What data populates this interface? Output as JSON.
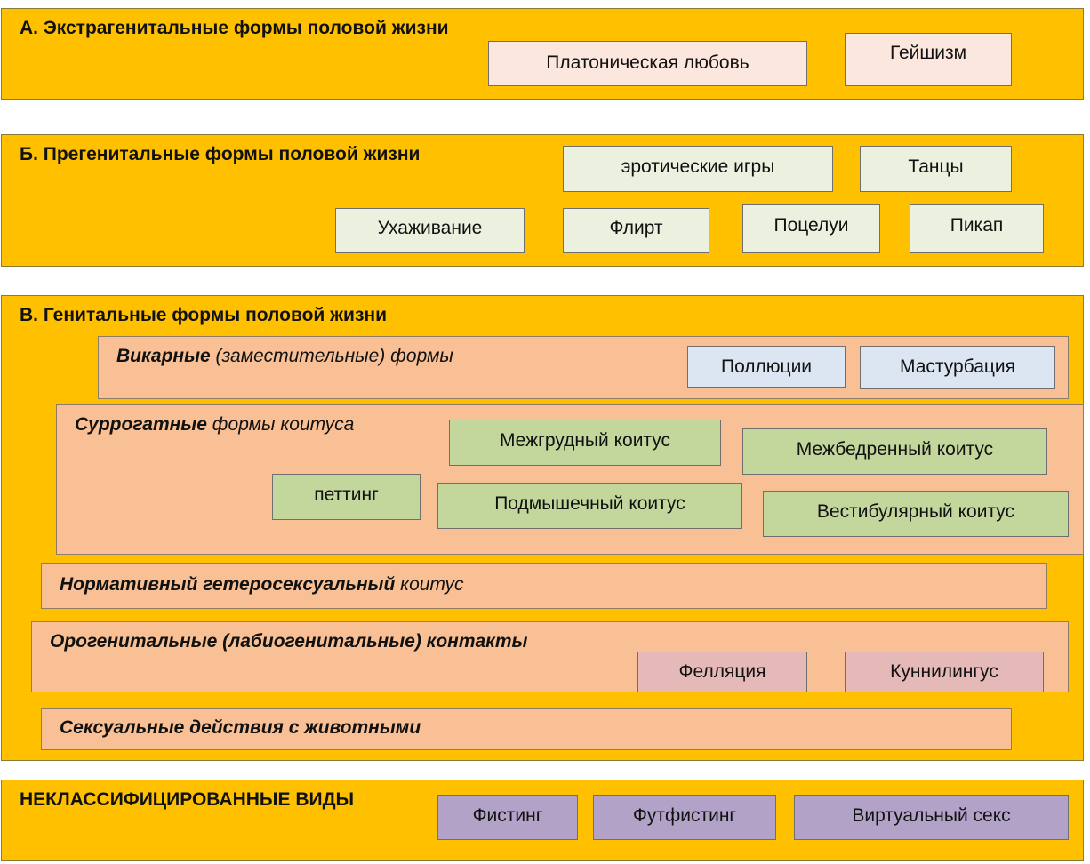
{
  "section_a": {
    "title": "А. Экстрагенитальные формы половой жизни",
    "items": [
      "Платоническая любовь",
      "Гейшизм"
    ]
  },
  "section_b": {
    "title": "Б. Прегенитальные формы половой жизни",
    "items": [
      "эротические игры",
      "Танцы",
      "Ухаживание",
      "Флирт",
      "Поцелуи",
      "Пикап"
    ]
  },
  "section_v": {
    "title": "В. Генитальные формы половой жизни",
    "vicarious": {
      "title_bold": "Викарные",
      "title_rest": " (заместительные) формы",
      "items": [
        "Поллюции",
        "Мастурбация"
      ]
    },
    "surrogate": {
      "title_bold": "Суррогатные",
      "title_rest": " формы коитуса",
      "items": [
        "Межгрудный коитус",
        "Межбедренный коитус",
        "петтинг",
        "Подмышечный коитус",
        "Вестибулярный коитус"
      ]
    },
    "normative": {
      "title_bold": "Нормативный гетеросексуальный",
      "title_rest": " коитус"
    },
    "orogenital": {
      "title": "Орогенитальные (лабиогенитальные) контакты",
      "items": [
        "Фелляция",
        "Куннилингус"
      ]
    },
    "animals": {
      "title": "Сексуальные действия с животными"
    }
  },
  "section_unclassified": {
    "title": "НЕКЛАССИФИЦИРОВАННЫЕ ВИДЫ",
    "items": [
      "Фистинг",
      "Футфистинг",
      "Виртуальный секс"
    ]
  }
}
